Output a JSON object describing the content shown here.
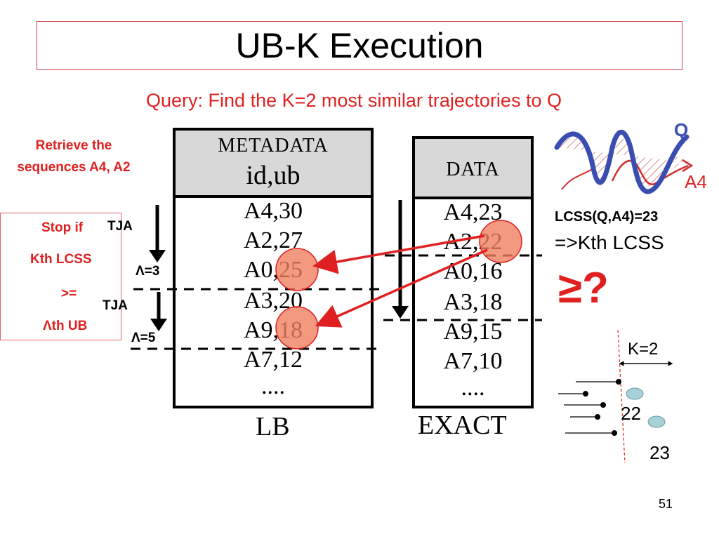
{
  "slide": {
    "title": "UB-K Execution",
    "query": "Query: Find the K=2 most similar trajectories to Q",
    "retrieve_text": "Retrieve the sequences A4, A2",
    "stop_box": {
      "line1": "Stop if",
      "line2": "Kth LCSS",
      "line3": ">=",
      "line4": "Λth UB"
    },
    "tja_label_1": "TJA",
    "tja_label_2": "TJA",
    "lambda_1": "Λ=3",
    "lambda_2": "Λ=5",
    "metadata_table": {
      "header_line1": "METADATA",
      "header_line2": "id,ub",
      "rows": [
        "A4,30",
        "A2,27",
        "A0,25",
        "A3,20",
        "A9,18",
        "A7,12",
        "...."
      ],
      "footer": "LB"
    },
    "data_table": {
      "header": "DATA",
      "rows": [
        "A4,23",
        "A2,22",
        "A0,16",
        "A3,18",
        "A9,15",
        "A7,10",
        "...."
      ],
      "footer": "EXACT"
    },
    "trajectory": {
      "q_label": "Q",
      "a4_label": "A4"
    },
    "lcss_line1": "LCSS(Q,A4)=23",
    "lcss_line2": "=>Kth LCSS",
    "geq": "≥?",
    "k_label": "K=2",
    "value_22": "22",
    "value_23": "23",
    "page_number": "51",
    "colors": {
      "accent_red": "#e02020",
      "circle_fill": "#f08060",
      "trajectory_q": "#3a4db0",
      "header_gray": "#d8d8d8",
      "teal_dot": "#a8d0d8"
    }
  }
}
